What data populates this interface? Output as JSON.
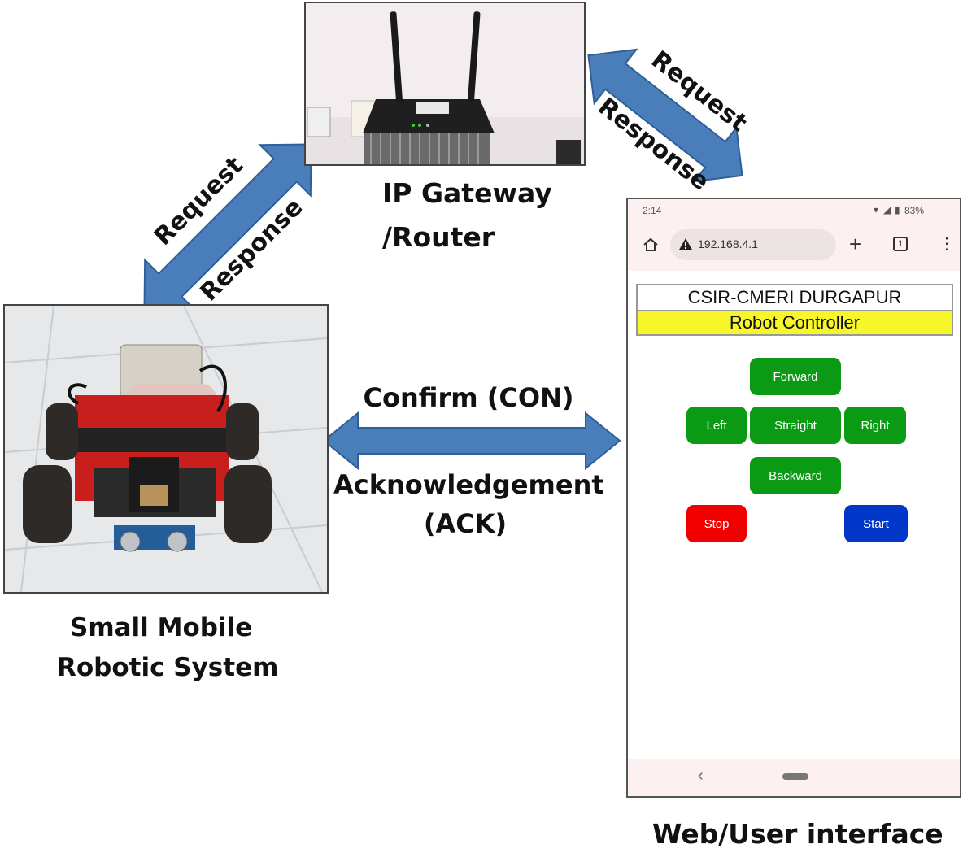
{
  "nodes": {
    "router": {
      "caption_line1": "IP Gateway",
      "caption_line2": "/Router"
    },
    "robot": {
      "caption_line1": "Small Mobile",
      "caption_line2": "Robotic System"
    },
    "ui": {
      "caption": "Web/User interface"
    }
  },
  "links": {
    "robot_router": {
      "request": "Request",
      "response": "Response"
    },
    "router_ui": {
      "request": "Request",
      "response": "Response"
    },
    "robot_ui": {
      "confirm": "Confirm (CON)",
      "ack_line1": "Acknowledgement",
      "ack_line2": "(ACK)"
    }
  },
  "phone": {
    "status_time": "2:14",
    "battery": "83%",
    "url": "192.168.4.1",
    "tab_count": "1",
    "org_title": "CSIR-CMERI DURGAPUR",
    "app_title": "Robot Controller",
    "buttons": {
      "forward": "Forward",
      "left": "Left",
      "straight": "Straight",
      "right": "Right",
      "backward": "Backward",
      "stop": "Stop",
      "start": "Start"
    },
    "nav_back": "‹"
  },
  "colors": {
    "arrow": "#4a7ebb",
    "arrow_stroke": "#2f5f96",
    "button_green": "#0b9a14",
    "button_red": "#f20000",
    "button_blue": "#0037c8",
    "title_bar_yellow": "#f6f62a"
  },
  "icons": [
    "home-icon",
    "warning-icon",
    "plus-icon",
    "tab-count-icon",
    "more-vert-icon",
    "wifi-icon",
    "signal-icon",
    "battery-icon"
  ]
}
